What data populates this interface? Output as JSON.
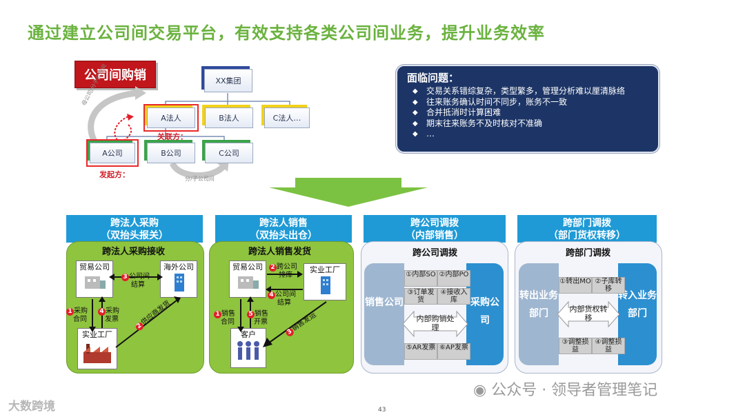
{
  "title": "通过建立公司间交易平台，有效支持各类公司间业务，提升业务效率",
  "top_diagram": {
    "badge": "公司间购销",
    "group": "XX集团",
    "legal_entities": [
      "A法人",
      "B法人",
      "C法人…"
    ],
    "companies": [
      "A公司",
      "B公司",
      "C公司"
    ],
    "related_party_label": "关联方：",
    "initiator_label": "发起方：",
    "curve_left_label": "母公司/分子公司间",
    "curve_bottom_label": "分/子公司间"
  },
  "issues": {
    "heading": "面临问题：",
    "items": [
      "交易关系错综复杂，类型繁多，管理分析难以厘清脉络",
      "往来账务确认时间不同步，账务不一致",
      "合并抵消时计算困难",
      "期末往来账务不及时核对不准确",
      "…"
    ]
  },
  "columns": [
    {
      "head1": "跨法人采购",
      "head2": "（双抬头报关）",
      "panel_title": "跨法人采购接收",
      "box_a": "贸易公司",
      "box_b": "海外公司",
      "box_c": "实业工厂",
      "lbl_settle_num": "3",
      "lbl_settle": "公司间",
      "lbl_settle2": "结算",
      "lbl_buy_num": "1",
      "lbl_buy1": "采购",
      "lbl_buy2": "合同",
      "lbl_inv_num": "4",
      "lbl_inv1": "采购",
      "lbl_inv2": "发票",
      "lbl_ship_num": "2",
      "lbl_ship": "供应商发货"
    },
    {
      "head1": "跨法人销售",
      "head2": "（双抬头出仓）",
      "panel_title": "跨法人销售发货",
      "box_a": "贸易公司",
      "box_b": "实业工厂",
      "box_c": "客户",
      "lbl_sched_num": "2",
      "lbl_sched1": "跨公司",
      "lbl_sched2": "排库",
      "lbl_settle_num": "4",
      "lbl_settle1": "公司间",
      "lbl_settle2": "结算",
      "lbl_so_num": "1",
      "lbl_so1": "销售",
      "lbl_so2": "合同",
      "lbl_inv_num": "5",
      "lbl_inv1": "销售",
      "lbl_inv2": "开票",
      "lbl_ship_num": "3",
      "lbl_ship": "销售发运"
    },
    {
      "head1": "跨公司调拨",
      "head2": "（内部销售）",
      "panel_title": "跨公司调拨",
      "left": "销售公司",
      "right": "采购公司",
      "center": "内部购销处理",
      "steps": [
        "①内部SO",
        "②内部PO",
        "③订单发货",
        "④接收入库",
        "⑤AR发票",
        "⑥AP发票"
      ]
    },
    {
      "head1": "跨部门调拨",
      "head2": "（部门货权转移）",
      "panel_title": "跨部门调拨",
      "left": "转出业务部门",
      "right": "转入业务部门",
      "center": "内部货权转移",
      "steps": [
        "①转出MO",
        "②子库转移",
        "③调整损益",
        "④调整损益"
      ]
    }
  ],
  "watermark": "公众号 · 领导者管理笔记",
  "watermark_left": "大数跨境",
  "page_number": "43",
  "colors": {
    "title_green": "#6ab23e",
    "head_blue": "#1f9ad6",
    "panel_green": "#8fc43f",
    "badge_red": "#c0161c",
    "navy": "#1d3566"
  }
}
